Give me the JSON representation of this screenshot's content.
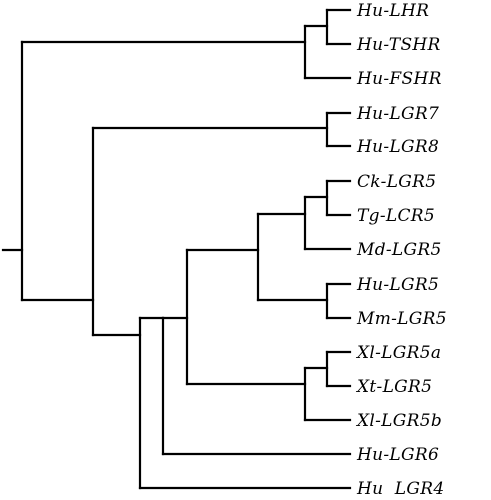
{
  "tree": {
    "leaves": [
      "Hu-LHR",
      "Hu-TSHR",
      "Hu-FSHR",
      "Hu-LGR7",
      "Hu-LGR8",
      "Ck-LGR5",
      "Tg-LCR5",
      "Md-LGR5",
      "Hu-LGR5",
      "Mm-LGR5",
      "Xl-LGR5a",
      "Xt-LGR5",
      "Xl-LGR5b",
      "Hu-LGR6",
      "Hu  LGR4"
    ]
  }
}
